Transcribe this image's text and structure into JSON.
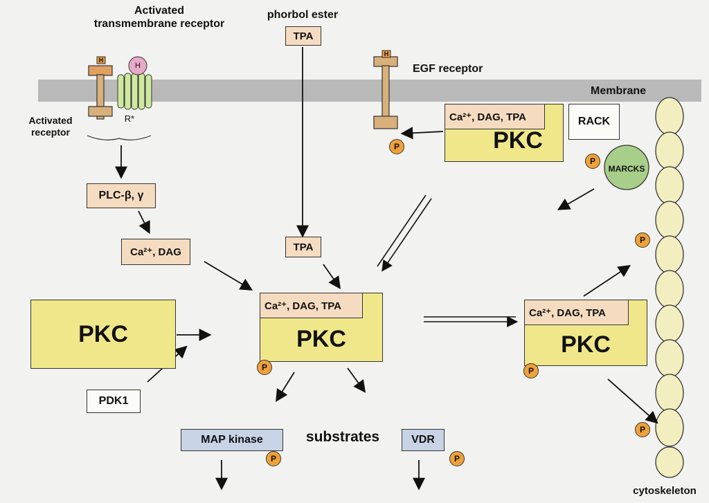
{
  "top_labels": {
    "activated_transmembrane_receptor": "Activated\ntransmembrane receptor",
    "phorbol_ester": "phorbol ester",
    "egf_receptor": "EGF receptor",
    "membrane": "Membrane",
    "activated_receptor": "Activated\nreceptor",
    "r_star": "R*",
    "substrates": "substrates",
    "cytoskeleton": "cytoskeleton"
  },
  "boxes": {
    "tpa_top": "TPA",
    "tpa_mid": "TPA",
    "plc": "PLC-β, γ",
    "ca_dag": "Ca²⁺, DAG",
    "rack": "RACK",
    "marcks": "MARCKS",
    "pdk1": "PDK1",
    "map_kinase": "MAP kinase",
    "vdr": "VDR",
    "pkc": "PKC",
    "cofactors": "Ca²⁺, DAG, TPA",
    "h": "H",
    "p": "P"
  }
}
